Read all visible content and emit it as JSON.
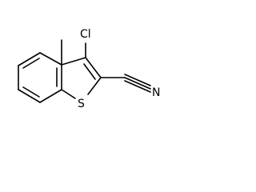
{
  "molecule": {
    "atoms": {
      "chlorine": "Cl",
      "sulfur": "S",
      "nitrogen": "N"
    }
  }
}
